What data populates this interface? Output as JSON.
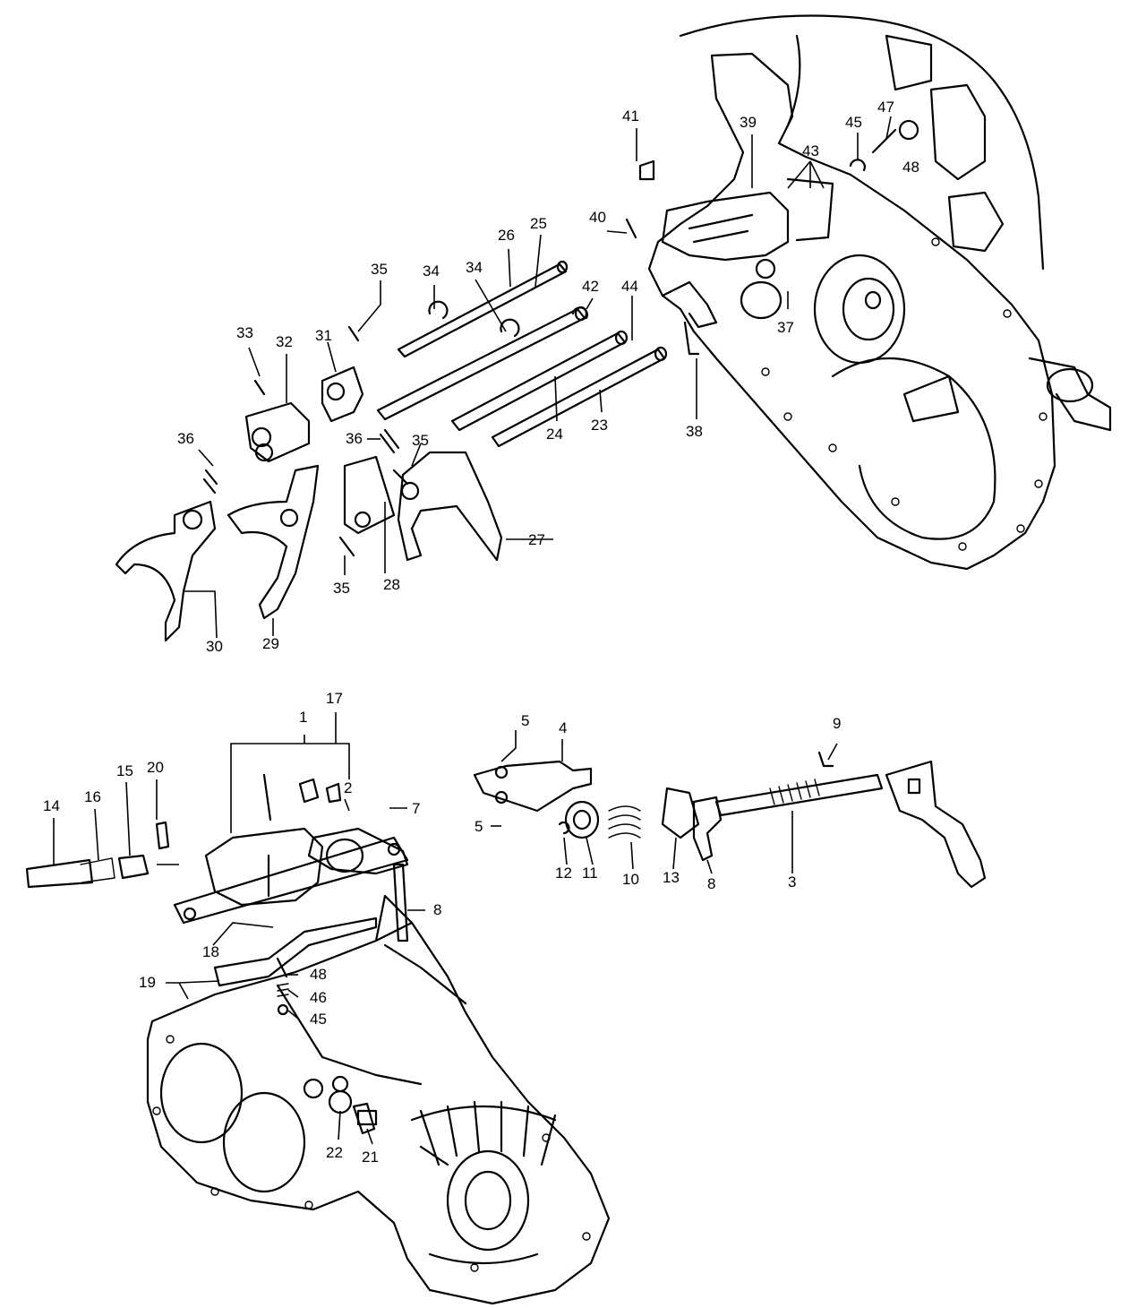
{
  "callouts": [
    {
      "id": "c41",
      "label": "41"
    },
    {
      "id": "c39",
      "label": "39"
    },
    {
      "id": "c45a",
      "label": "45"
    },
    {
      "id": "c47",
      "label": "47"
    },
    {
      "id": "c43",
      "label": "43"
    },
    {
      "id": "c48a",
      "label": "48"
    },
    {
      "id": "c40",
      "label": "40"
    },
    {
      "id": "c26",
      "label": "26"
    },
    {
      "id": "c25",
      "label": "25"
    },
    {
      "id": "c35a",
      "label": "35"
    },
    {
      "id": "c34a",
      "label": "34"
    },
    {
      "id": "c34b",
      "label": "34"
    },
    {
      "id": "c42",
      "label": "42"
    },
    {
      "id": "c44",
      "label": "44"
    },
    {
      "id": "c33",
      "label": "33"
    },
    {
      "id": "c32",
      "label": "32"
    },
    {
      "id": "c31",
      "label": "31"
    },
    {
      "id": "c37",
      "label": "37"
    },
    {
      "id": "c38",
      "label": "38"
    },
    {
      "id": "c24",
      "label": "24"
    },
    {
      "id": "c23",
      "label": "23"
    },
    {
      "id": "c36a",
      "label": "36"
    },
    {
      "id": "c36b",
      "label": "36"
    },
    {
      "id": "c35b",
      "label": "35"
    },
    {
      "id": "c27",
      "label": "27"
    },
    {
      "id": "c35c",
      "label": "35"
    },
    {
      "id": "c28",
      "label": "28"
    },
    {
      "id": "c30",
      "label": "30"
    },
    {
      "id": "c29",
      "label": "29"
    },
    {
      "id": "c1",
      "label": "1"
    },
    {
      "id": "c17",
      "label": "17"
    },
    {
      "id": "c5a",
      "label": "5"
    },
    {
      "id": "c4",
      "label": "4"
    },
    {
      "id": "c9",
      "label": "9"
    },
    {
      "id": "c20",
      "label": "20"
    },
    {
      "id": "c2",
      "label": "2"
    },
    {
      "id": "c14",
      "label": "14"
    },
    {
      "id": "c16",
      "label": "16"
    },
    {
      "id": "c15",
      "label": "15"
    },
    {
      "id": "c7",
      "label": "7"
    },
    {
      "id": "c5b",
      "label": "5"
    },
    {
      "id": "c12",
      "label": "12"
    },
    {
      "id": "c11",
      "label": "11"
    },
    {
      "id": "c10",
      "label": "10"
    },
    {
      "id": "c13",
      "label": "13"
    },
    {
      "id": "c8a",
      "label": "8"
    },
    {
      "id": "c3",
      "label": "3"
    },
    {
      "id": "c8b",
      "label": "8"
    },
    {
      "id": "c18",
      "label": "18"
    },
    {
      "id": "c48b",
      "label": "48"
    },
    {
      "id": "c19",
      "label": "19"
    },
    {
      "id": "c46",
      "label": "46"
    },
    {
      "id": "c45b",
      "label": "45"
    },
    {
      "id": "c22",
      "label": "22"
    },
    {
      "id": "c21",
      "label": "21"
    }
  ]
}
